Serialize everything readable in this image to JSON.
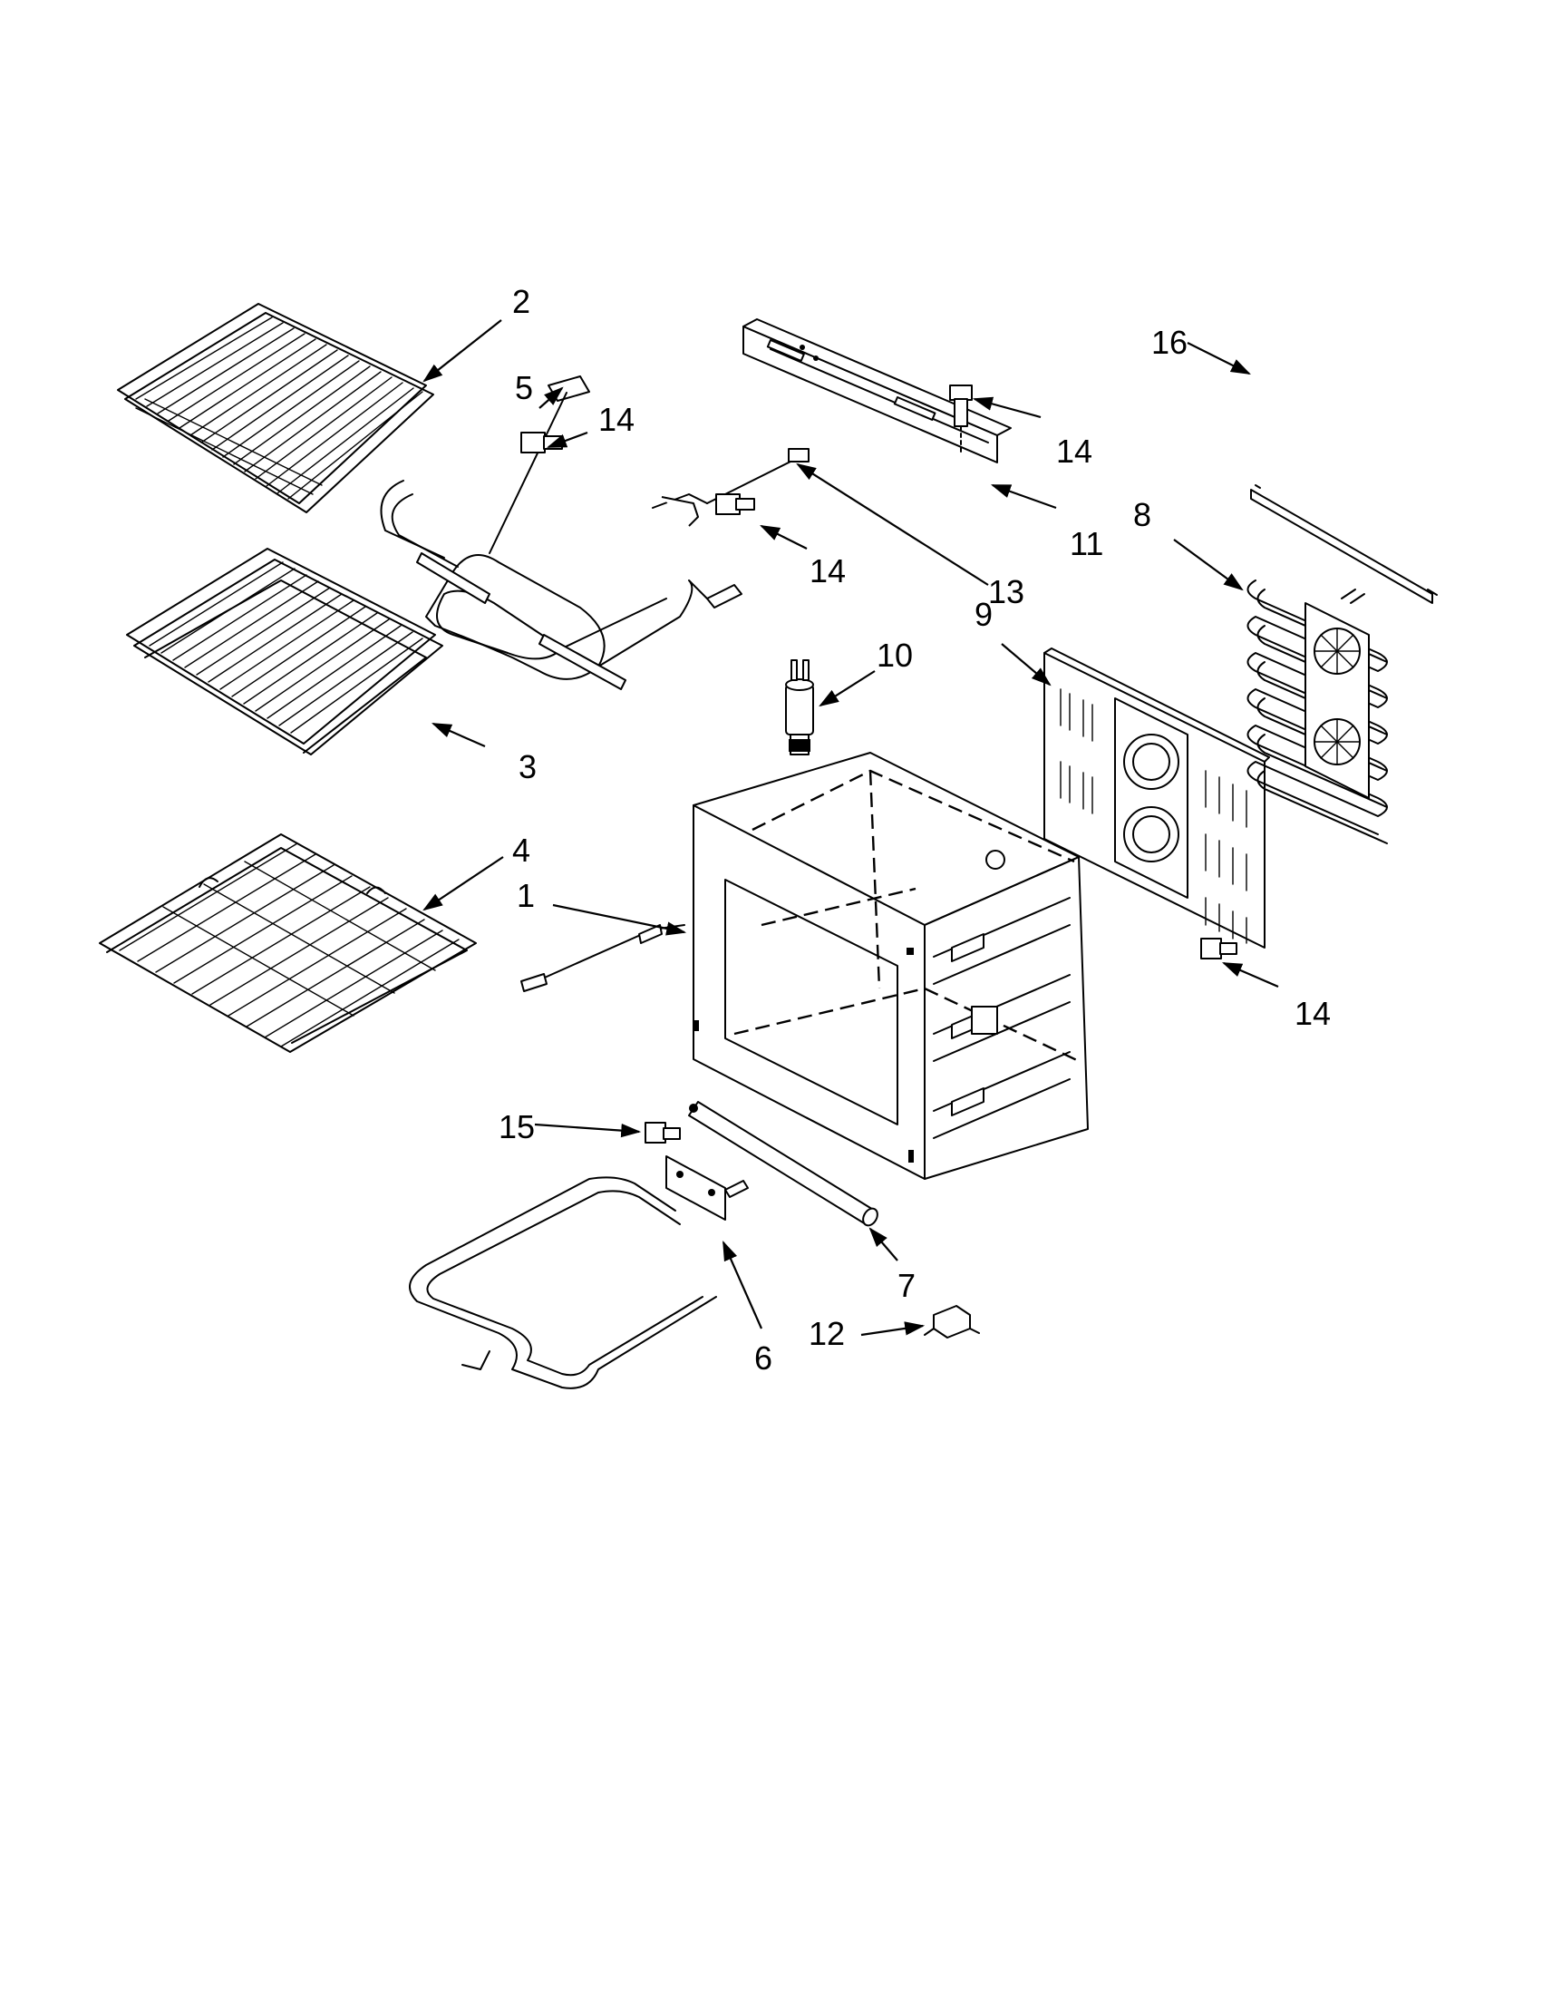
{
  "diagram": {
    "callouts": [
      "1",
      "2",
      "3",
      "4",
      "5",
      "6",
      "7",
      "8",
      "9",
      "10",
      "11",
      "12",
      "13",
      "14",
      "15",
      "16"
    ]
  },
  "parts": [
    "oven-cavity",
    "upper-oven-rack",
    "roller-oven-rack",
    "lower-oven-rack",
    "bake-element",
    "broil-element",
    "meat-probe-tube",
    "convection-element",
    "convection-fan-cover",
    "thermal-fuse",
    "mounting-bracket",
    "wire-clip",
    "temperature-sensor",
    "screw",
    "grommet",
    "heat-shield"
  ]
}
